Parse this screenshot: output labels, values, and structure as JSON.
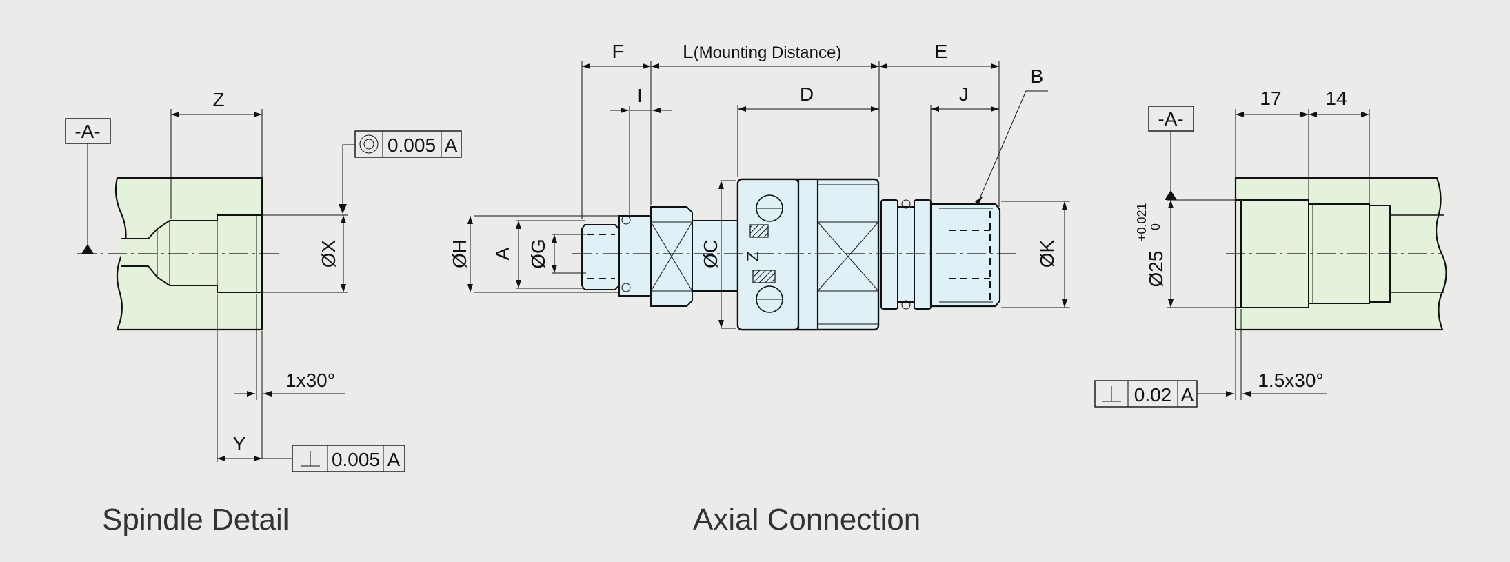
{
  "colors": {
    "background": "#ebebe9",
    "spindle_fill": "#e5f2db",
    "part_fill": "#dff1f6",
    "line": "#111111",
    "caption": "#333333"
  },
  "captions": {
    "spindle": "Spindle Detail",
    "axial": "Axial Connection"
  },
  "spindle_detail": {
    "datum": "-A-",
    "dim_z": "Z",
    "dim_x": "ØX",
    "dim_y": "Y",
    "chamfer": "1x30°",
    "concentricity_fcf": {
      "symbol": "concentricity-icon",
      "value": "0.005",
      "datum": "A"
    },
    "perpendicularity_fcf": {
      "symbol": "perpendicularity-icon",
      "value": "0.005",
      "datum": "A"
    }
  },
  "axial_connection": {
    "dim_f": "F",
    "dim_l": "L",
    "dim_l_note": "(Mounting Distance)",
    "dim_e": "E",
    "dim_i": "I",
    "dim_d": "D",
    "dim_j": "J",
    "dim_b": "B",
    "dim_h": "ØH",
    "dim_a": "A",
    "dim_g": "ØG",
    "dim_c": "ØC",
    "dim_k": "ØK",
    "body_marking": "⊕ Z ⊕"
  },
  "bore_detail": {
    "datum": "-A-",
    "dim_17": "17",
    "dim_14": "14",
    "dia": "Ø25",
    "tol_upper": "+0.021",
    "tol_lower": "0",
    "chamfer": "1.5x30°",
    "perpendicularity_fcf": {
      "symbol": "perpendicularity-icon",
      "value": "0.02",
      "datum": "A"
    }
  }
}
